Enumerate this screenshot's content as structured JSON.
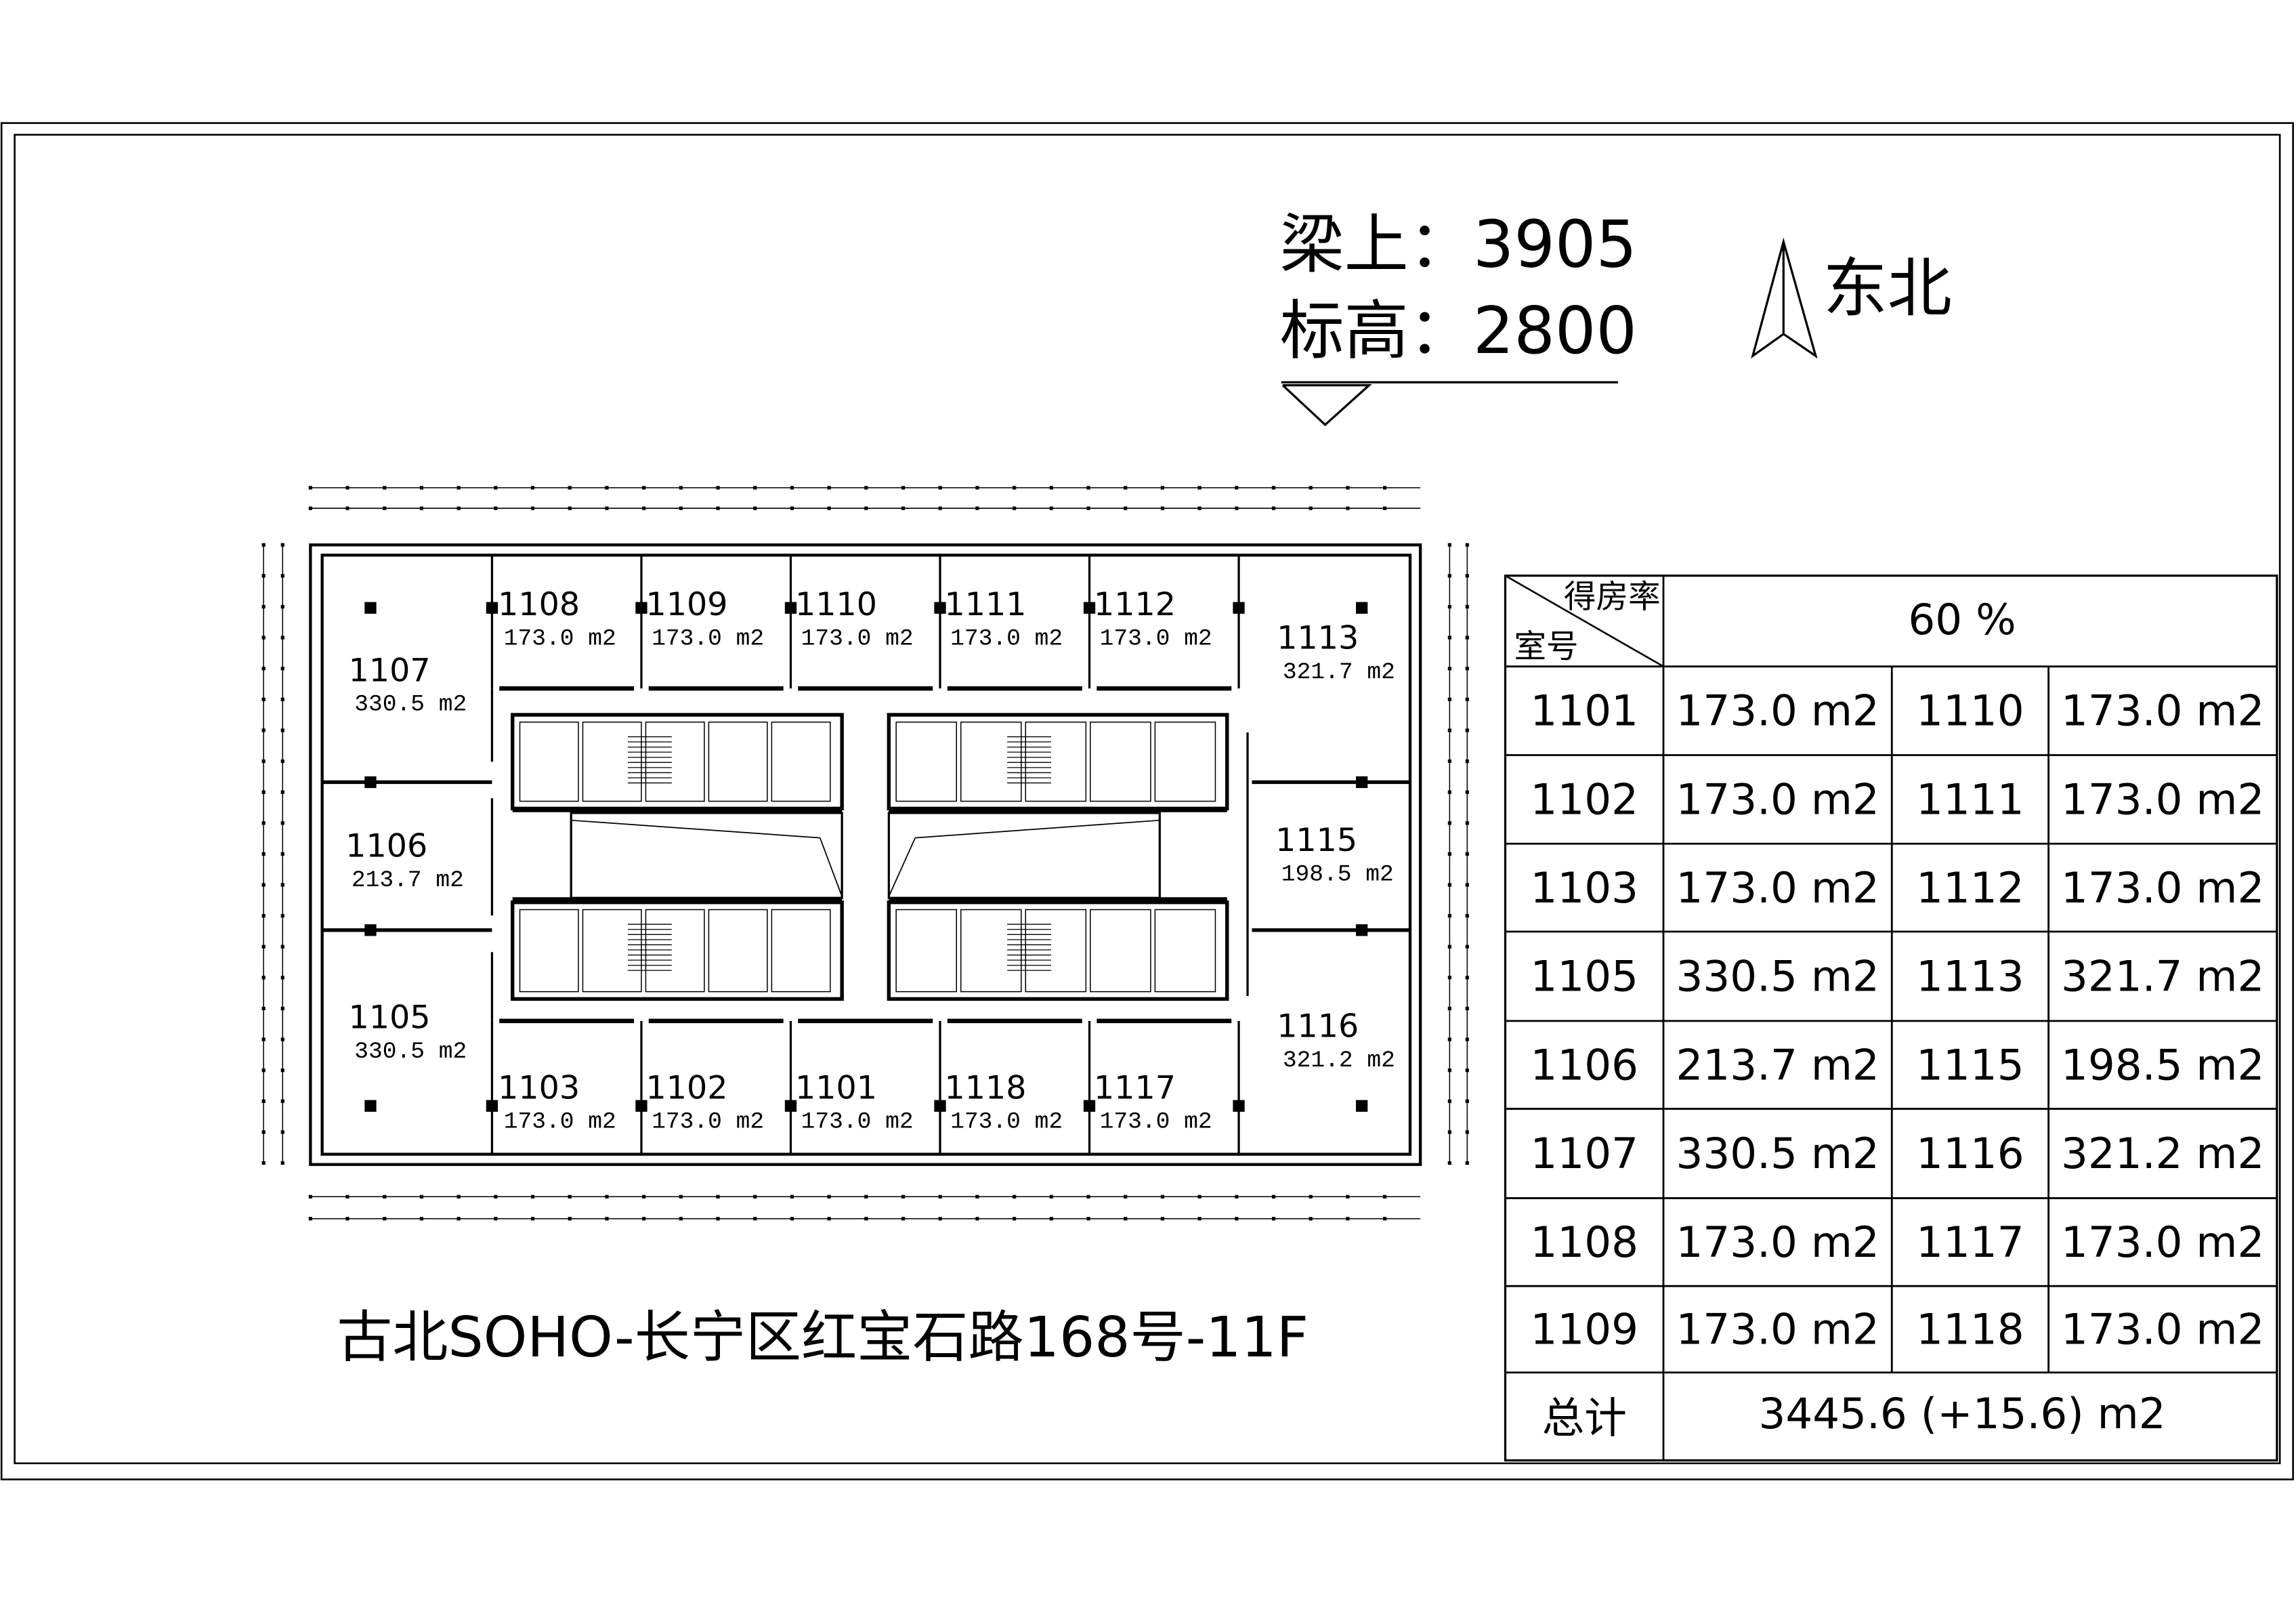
{
  "header": {
    "beam_label": "梁上：3905",
    "elevation_label": "标高：2800",
    "orientation_label": "东北"
  },
  "title": "古北SOHO-长宁区红宝石路168号-11F",
  "rooms": [
    {
      "id": "1108",
      "area": "173.0 m2"
    },
    {
      "id": "1109",
      "area": "173.0 m2"
    },
    {
      "id": "1110",
      "area": "173.0 m2"
    },
    {
      "id": "1111",
      "area": "173.0 m2"
    },
    {
      "id": "1112",
      "area": "173.0 m2"
    },
    {
      "id": "1113",
      "area": "321.7 m2"
    },
    {
      "id": "1107",
      "area": "330.5 m2"
    },
    {
      "id": "1106",
      "area": "213.7 m2"
    },
    {
      "id": "1115",
      "area": "198.5 m2"
    },
    {
      "id": "1105",
      "area": "330.5 m2"
    },
    {
      "id": "1116",
      "area": "321.2 m2"
    },
    {
      "id": "1103",
      "area": "173.0 m2"
    },
    {
      "id": "1102",
      "area": "173.0 m2"
    },
    {
      "id": "1101",
      "area": "173.0 m2"
    },
    {
      "id": "1118",
      "area": "173.0 m2"
    },
    {
      "id": "1117",
      "area": "173.0 m2"
    }
  ],
  "table": {
    "header_ratio_label": "得房率",
    "header_room_label": "室号",
    "ratio_value": "60 %",
    "rows": [
      [
        "1101",
        "173.0 m2",
        "1110",
        "173.0 m2"
      ],
      [
        "1102",
        "173.0 m2",
        "1111",
        "173.0 m2"
      ],
      [
        "1103",
        "173.0 m2",
        "1112",
        "173.0 m2"
      ],
      [
        "1105",
        "330.5 m2",
        "1113",
        "321.7 m2"
      ],
      [
        "1106",
        "213.7 m2",
        "1115",
        "198.5 m2"
      ],
      [
        "1107",
        "330.5 m2",
        "1116",
        "321.2 m2"
      ],
      [
        "1108",
        "173.0 m2",
        "1117",
        "173.0 m2"
      ],
      [
        "1109",
        "173.0 m2",
        "1118",
        "173.0 m2"
      ]
    ],
    "total_label": "总计",
    "total_value": "3445.6 (+15.6) m2"
  }
}
